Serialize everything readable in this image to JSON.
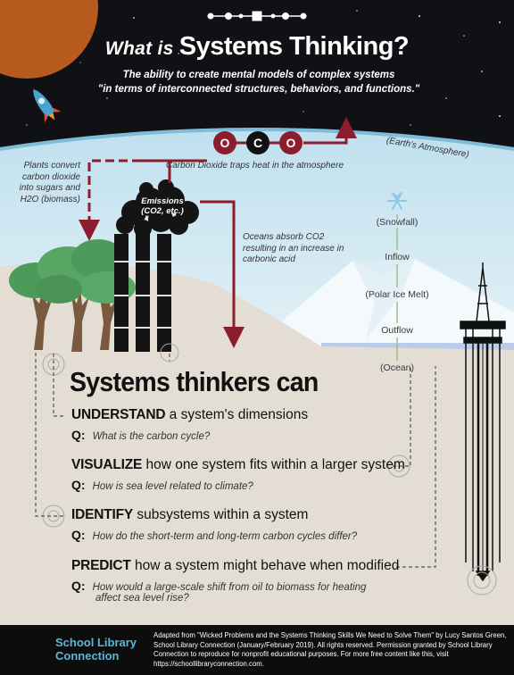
{
  "header": {
    "title_lead": "What is ",
    "title_main": "Systems Thinking?",
    "subtitle_line1": "The ability to create mental models of complex systems",
    "subtitle_line2": "\"in terms of interconnected structures, behaviors, and functions.\""
  },
  "diagram": {
    "co2_letters": [
      "O",
      "C",
      "O"
    ],
    "co2_caption": "Carbon Dioxide traps heat in the atmosphere",
    "atmosphere_label": "(Earth's Atmosphere)",
    "plants_caption": "Plants convert carbon dioxide into sugars and H2O (biomass)",
    "emissions_label": "Emissions (CO2, etc.)",
    "oceans_caption": "Oceans absorb CO2 resulting in an increase in carbonic acid",
    "snowfall_label": "(Snowfall)",
    "inflow_label": "Inflow",
    "polar_label": "(Polar Ice Melt)",
    "outflow_label": "Outflow",
    "ocean_label": "(Ocean)"
  },
  "section": {
    "heading": "Systems thinkers can",
    "items": [
      {
        "verb": "UNDERSTAND",
        "rest": " a system's dimensions",
        "q_label": "Q:",
        "question": "What is the carbon cycle?",
        "question_cont": ""
      },
      {
        "verb": "VISUALIZE",
        "rest": " how one system fits within a larger system",
        "q_label": "Q:",
        "question": "How is sea level related to climate?",
        "question_cont": ""
      },
      {
        "verb": "IDENTIFY",
        "rest": " subsystems within a system",
        "q_label": "Q:",
        "question": "How do the short-term and long-term carbon cycles differ?",
        "question_cont": ""
      },
      {
        "verb": "PREDICT",
        "rest": " how a system might behave when modified",
        "q_label": "Q:",
        "question": "How would a large-scale shift from oil to biomass for heating",
        "question_cont": "affect sea level rise?"
      }
    ]
  },
  "footer": {
    "logo_line1": "School Library",
    "logo_line2": "Connection",
    "credit": "Adapted from \"Wicked Problems and the Systems Thinking Skills We Need to Solve Them\" by Lucy Santos Green, School Library Connection (January/February 2019). All rights reserved. Permission granted by School Library Connection to reproduce for nonprofit educational purposes. For more free content like this, visit https://schoollibraryconnection.com."
  },
  "colors": {
    "night_sky": "#111214",
    "atmosphere": "#cfe3ee",
    "ground": "#e3ddd3",
    "arrow_red": "#8b1d2c",
    "tree_green": "#4e9a5a",
    "link_blue": "#5bb7d8"
  },
  "icons": [
    "rocket-icon",
    "snowflake-icon",
    "planet-icon",
    "oil-rig-icon",
    "book-logo-icon"
  ]
}
